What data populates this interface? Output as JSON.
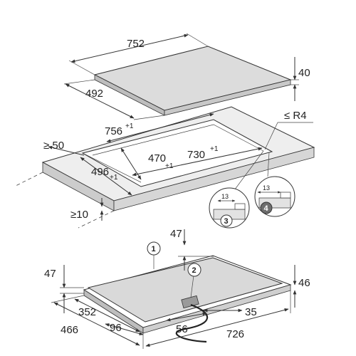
{
  "cooktop_top": {
    "width": "752",
    "depth": "492",
    "height": "40"
  },
  "cutout": {
    "width": "756",
    "width_tol": "+1",
    "depth": "496",
    "depth_tol": "+1",
    "front_clearance": "≥ 50",
    "back_clearance": "≥10",
    "corner_radius": "≤ R4",
    "rebate_depth": "470",
    "rebate_depth_tol": "+1",
    "rebate_width": "730",
    "rebate_width_tol": "+1"
  },
  "details": [
    {
      "marker": "3",
      "dimension": "13"
    },
    {
      "marker": "4",
      "dimension": "13"
    }
  ],
  "cooktop_bottom": {
    "marker1": "1",
    "marker2": "2",
    "top_offset": "47",
    "left_height": "47",
    "right_height": "46",
    "dim_352": "352",
    "dim_466": "466",
    "dim_96": "96",
    "dim_56": "56",
    "dim_35": "35",
    "dim_726": "726"
  }
}
